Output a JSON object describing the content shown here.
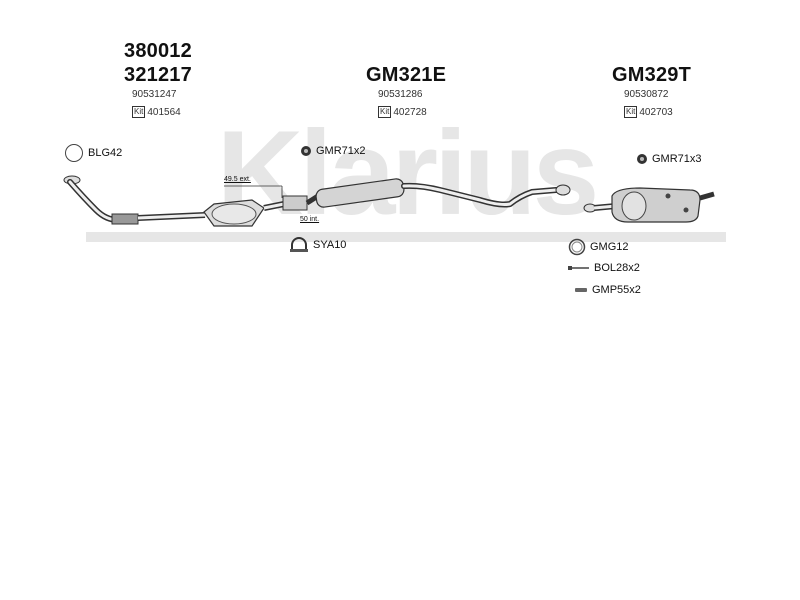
{
  "watermark": "Klarius",
  "groups": [
    {
      "part_numbers": [
        "380012",
        "321217"
      ],
      "oe": "90531247",
      "kit_prefix": "Kit",
      "kit": "401564"
    },
    {
      "part_numbers": [
        "GM321E"
      ],
      "oe": "90531286",
      "kit_prefix": "Kit",
      "kit": "402728"
    },
    {
      "part_numbers": [
        "GM329T"
      ],
      "oe": "90530872",
      "kit_prefix": "Kit",
      "kit": "402703"
    }
  ],
  "accessories": {
    "blg": "BLG42",
    "gmr_mid": "GMR71x2",
    "gmr_right": "GMR71x3",
    "sya": "SYA10",
    "gmg": "GMG12",
    "bol": "BOL28x2",
    "gmp": "GMP55x2"
  },
  "dimensions": {
    "ext": "49.5 ext.",
    "int": "50 int."
  }
}
